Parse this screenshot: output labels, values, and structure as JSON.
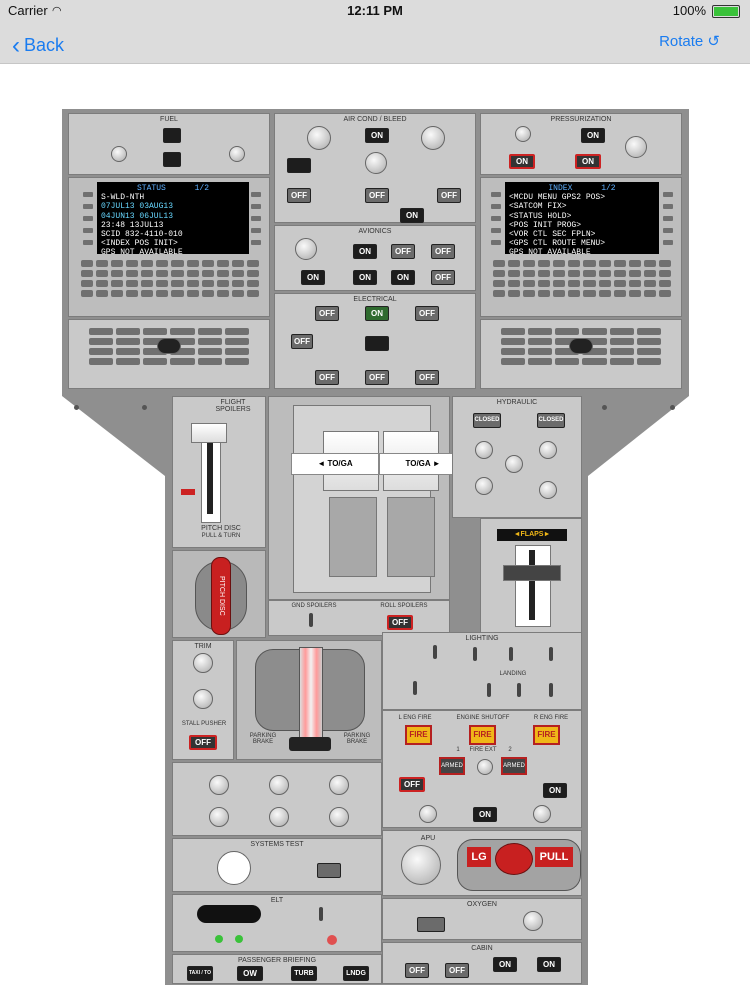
{
  "statusbar": {
    "carrier": "Carrier",
    "time": "12:11 PM",
    "battery": "100%"
  },
  "navbar": {
    "back": "Back",
    "rotate": "Rotate ↺"
  },
  "panels": {
    "fuel": {
      "title": "FUEL"
    },
    "air_cond": {
      "title": "AIR COND / BLEED"
    },
    "pressurization": {
      "title": "PRESSURIZATION"
    },
    "avionics": {
      "title": "AVIONICS"
    },
    "electrical": {
      "title": "ELECTRICAL"
    },
    "flight_spoilers": {
      "title": "FLIGHT SPOILERS"
    },
    "pitch_disc": {
      "title": "PITCH DISC",
      "sub": "PULL & TURN"
    },
    "hydraulic": {
      "title": "HYDRAULIC"
    },
    "flaps": {
      "title": "FLAPS"
    },
    "gnd_spoilers": {
      "title": "GND SPOILERS"
    },
    "roll_spoilers": {
      "title": "ROLL SPOILERS"
    },
    "trim": {
      "title": "TRIM"
    },
    "stall_pusher": {
      "title": "STALL PUSHER"
    },
    "parking_brake": {
      "left": "PARKING BRAKE",
      "right": "PARKING BRAKE"
    },
    "lighting": {
      "title": "LIGHTING"
    },
    "landing": {
      "title": "LANDING"
    },
    "engine": {
      "title": "ENGINE",
      "left": "L ENG FIRE",
      "middle": "ENGINE SHUTOFF",
      "right": "R ENG FIRE",
      "fire_ext": "FIRE EXT",
      "n1": "1",
      "n2": "2"
    },
    "systems_test": {
      "title": "SYSTEMS TEST"
    },
    "apu": {
      "title": "APU"
    },
    "elt": {
      "title": "ELT"
    },
    "oxygen": {
      "title": "OXYGEN"
    },
    "cabin": {
      "title": "CABIN"
    },
    "passenger_briefing": {
      "title": "PASSENGER BRIEFING"
    }
  },
  "mcdu_left": {
    "title": "STATUS",
    "page": "1/2",
    "lines": [
      "S-WLD-NTH",
      "07JUL13 03AUG13",
      "04JUN13 06JUL13",
      "23:48         13JUL13",
      "SCID 832-4110-010",
      "<INDEX       POS INIT>",
      "GPS NOT AVAILABLE"
    ]
  },
  "mcdu_right": {
    "title": "INDEX",
    "page": "1/2",
    "lines": [
      "<MCDU MENU      GPS2 POS>",
      "<SATCOM             FIX>",
      "<STATUS            HOLD>",
      "<POS INIT          PROG>",
      "<VOR CTL       SEC FPLN>",
      "<GPS CTL     ROUTE MENU>",
      "GPS NOT AVAILABLE"
    ]
  },
  "switches": {
    "on": "ON",
    "off": "OFF",
    "closed": "CLOSED",
    "toga_left": "TO/GA",
    "toga_right": "TO/GA",
    "flaps": "◄FLAPS►",
    "fire": "FIRE",
    "armed": "ARMED",
    "lg": "LG",
    "pull": "PULL",
    "taxi": "TAXI / TO",
    "turb": "TURB",
    "lndg": "LNDG",
    "pitch_disc_handle": "PITCH DISC"
  },
  "colors": {
    "panel": "#c9c9c9",
    "frame": "#8f8f8f",
    "fire": "#f0b718",
    "warning": "#c22222",
    "link": "#1a7cf0"
  }
}
